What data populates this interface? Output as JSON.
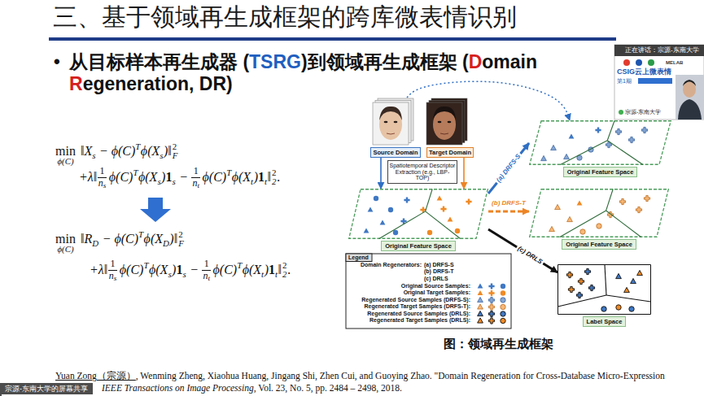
{
  "diagram": {
    "title": "三、基于领域再生成框架的跨库微表情识别",
    "caption": "图：领域再生成框架",
    "nodes": [
      {
        "text": [
          "Source Domain"
        ]
      },
      {
        "text": [
          "Target Domain"
        ]
      },
      {
        "text": [
          "Spatiotemporal Descriptor Extraction (e.g., LBP-TOP)"
        ]
      },
      {
        "text": [
          "Original Feature Space"
        ]
      },
      {
        "text": [
          "Original Feature Space"
        ]
      },
      {
        "text": [
          "Original Feature Space"
        ]
      },
      {
        "text": [
          "Label Space"
        ]
      }
    ],
    "edges": [
      {
        "from": 0,
        "to": 3,
        "arrow": "to"
      },
      {
        "from": 1,
        "to": 3,
        "arrow": "to"
      },
      {
        "from": 3,
        "to": 4,
        "label": "(a) DRFS-S",
        "arrow": "to"
      },
      {
        "from": 3,
        "to": 5,
        "label": "(b) DRFS-T",
        "arrow": "to"
      },
      {
        "from": 3,
        "to": 6,
        "label": "(c) DRLS",
        "arrow": "to"
      },
      {
        "from": 0,
        "to": 4,
        "arrow": "to"
      }
    ],
    "labels": [
      "•",
      "从目标样本再生成器 (",
      "TSRG",
      ")到领域再生成框架 (",
      "D",
      "omain",
      "R",
      "egeneration, DR)",
      "min",
      "ϕ(C)",
      "‖X",
      "s",
      " − ϕ(C)",
      "T",
      "ϕ(X",
      "s",
      ")‖",
      "2",
      "F",
      "+λ‖",
      "1",
      "n",
      "s",
      "ϕ(C)",
      "T",
      "ϕ(X",
      "s",
      ")",
      "1",
      "s",
      " − ",
      "1",
      "n",
      "t",
      "ϕ(C)",
      "T",
      "ϕ(X",
      "t",
      ")",
      "1",
      "t",
      "‖",
      "2",
      "2",
      ".",
      "min",
      "ϕ(C)",
      "‖R",
      "D",
      " − ϕ(C)",
      "T",
      "ϕ(X",
      "D",
      ")‖",
      "2",
      "F",
      "+λ‖",
      "1",
      "n",
      "s",
      "ϕ(C)",
      "T",
      "ϕ(X",
      "s",
      ")",
      "1",
      "s",
      " − ",
      "1",
      "n",
      "t",
      "ϕ(C)",
      "T",
      "ϕ(X",
      "t",
      ")",
      "1",
      "t",
      "‖",
      "2",
      "2",
      ".",
      "Legend",
      "Domain Regenerators:",
      "(a) DRFS-S",
      "(b) DRFS-T",
      "(c) DRLS",
      "Yuan Zong（宗源）",
      ", Wenming Zheng, Xiaohua Huang, Jingang Shi, Zhen Cui, and Guoying Zhao. \"Domain Regeneration for Cross-Database Micro-Expression",
      "IEEE Transactions on Image Processing",
      ", Vol. 23, No. 5, pp. 2484 – 2498, 2018.",
      "宗源-东南大学的屏幕共享",
      "正在讲话：宗源-东南大学",
      "MELAB",
      "CSIG云上微表情",
      "第1期",
      "宗源-东南大学"
    ],
    "legend": [
      {
        "text": "Original Source Samples:"
      },
      {
        "text": "Original Target Samples:"
      },
      {
        "text": "Regenerated Source Samples (DRFS-S):"
      },
      {
        "text": "Regenerated Target Samples (DRFS-T):"
      },
      {
        "text": "Regenerated Source Samples (DRLS):"
      },
      {
        "text": "Regenerated Target Samples (DRLS):"
      }
    ]
  }
}
